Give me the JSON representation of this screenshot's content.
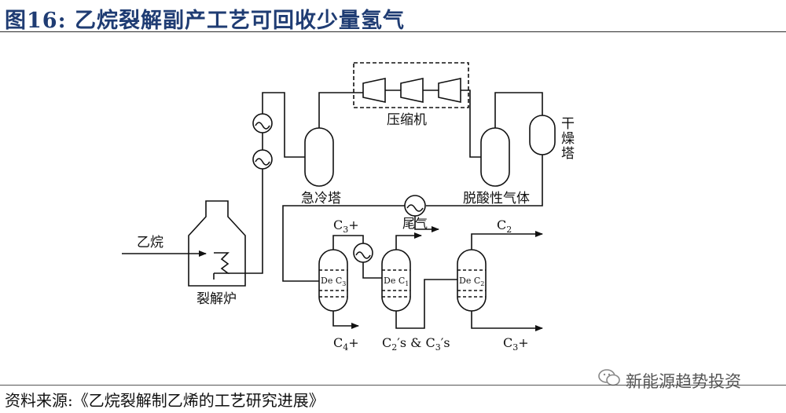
{
  "title": "图16:  乙烷裂解副产工艺可回收少量氢气",
  "source": "资料来源:《乙烷裂解制乙烯的工艺研究进展》",
  "watermark": "新能源趋势投资",
  "labels": {
    "ethane_feed": "乙烷",
    "cracking_furnace": "裂解炉",
    "quench_tower": "急冷塔",
    "compressor": "压缩机",
    "deacidification": "脱酸性气体",
    "dryer_1": "干",
    "dryer_2": "燥",
    "dryer_3": "塔",
    "tail_gas": "尾气"
  },
  "columns": {
    "de_c3_de": "De",
    "de_c3_c": "C",
    "de_c3_sub": "3",
    "de_c1_de": "De",
    "de_c1_c": "C",
    "de_c1_sub": "1",
    "de_c2_de": "De",
    "de_c2_c": "C",
    "de_c2_sub": "2"
  },
  "streams": {
    "c3plus_c": "C",
    "c3plus_sub": "3",
    "c3plus_plus": "+",
    "c2_c": "C",
    "c2_sub": "2",
    "c4plus_c": "C",
    "c4plus_sub": "4",
    "c4plus_plus": "+",
    "c2s_c": "C",
    "c2s_sub": "2",
    "c2s_mid": "′s & C",
    "c3s_sub": "3",
    "c3s_end": "′s",
    "c3plus_out_c": "C",
    "c3plus_out_sub": "3",
    "c3plus_out_plus": "+"
  },
  "colors": {
    "title": "#1f3c73",
    "line": "#111111"
  }
}
